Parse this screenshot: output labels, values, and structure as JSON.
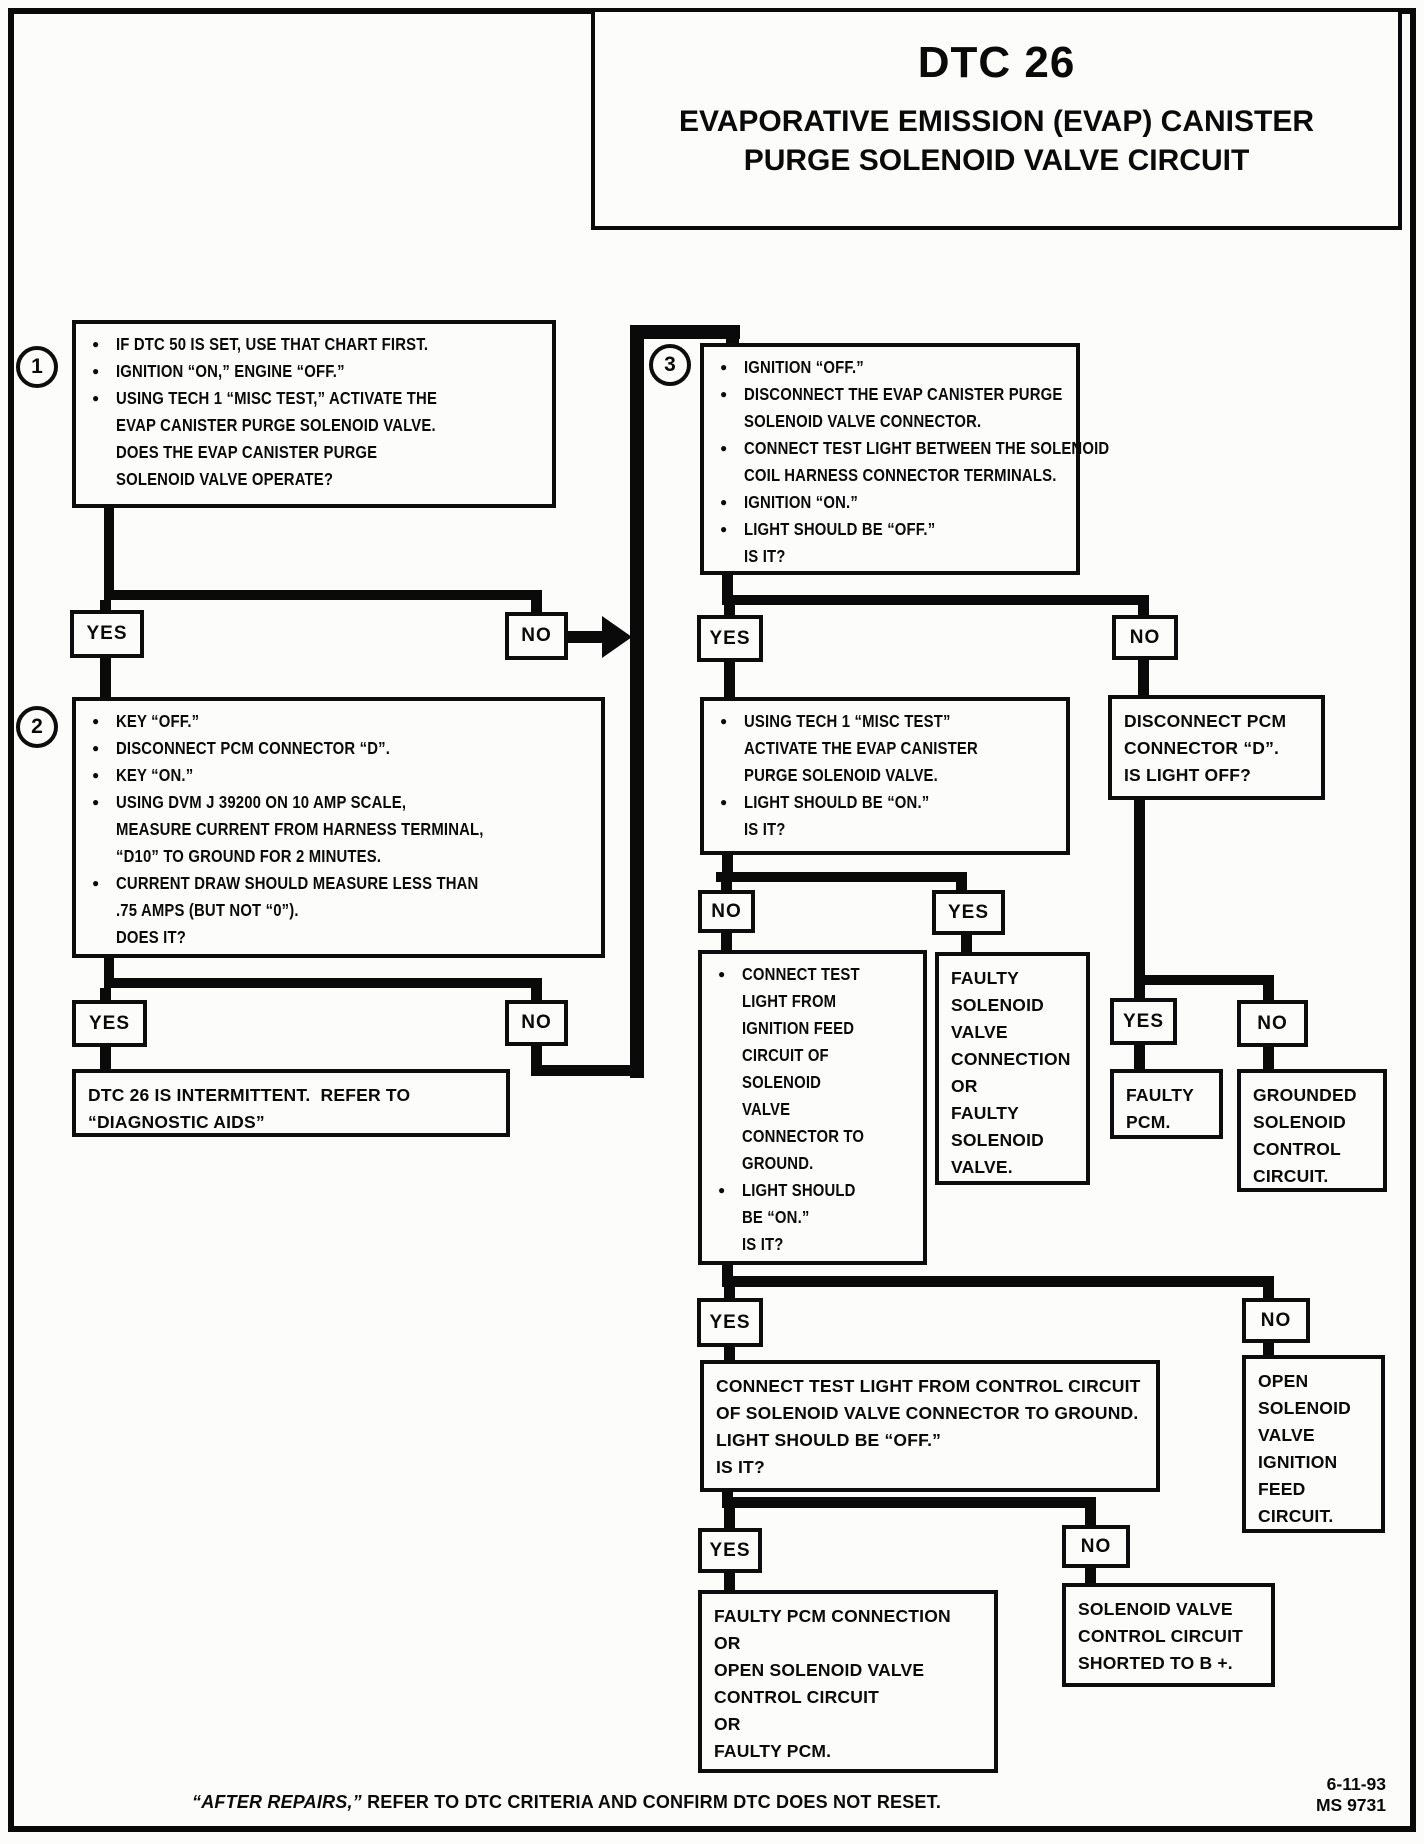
{
  "header": {
    "code": "DTC 26",
    "title_lines": [
      "EVAPORATIVE EMISSION (EVAP) CANISTER",
      "PURGE SOLENOID VALVE CIRCUIT"
    ]
  },
  "labels": {
    "yes": "YES",
    "no": "NO"
  },
  "steps": {
    "step1": {
      "number": "1",
      "bullets": [
        "IF DTC 50 IS SET, USE THAT CHART FIRST.",
        "IGNITION “ON,” ENGINE “OFF.”",
        [
          "USING TECH 1 “MISC TEST,” ACTIVATE THE",
          "EVAP CANISTER PURGE SOLENOID VALVE.",
          "DOES THE EVAP CANISTER PURGE",
          "SOLENOID VALVE OPERATE?"
        ]
      ]
    },
    "step2": {
      "number": "2",
      "bullets": [
        "KEY “OFF.”",
        "DISCONNECT PCM CONNECTOR “D”.",
        "KEY “ON.”",
        [
          "USING DVM J 39200 ON 10 AMP SCALE,",
          "MEASURE CURRENT FROM HARNESS TERMINAL,",
          "“D10” TO GROUND FOR 2 MINUTES."
        ],
        [
          "CURRENT DRAW SHOULD MEASURE LESS THAN",
          ".75 AMPS (BUT NOT “0”).",
          "DOES IT?"
        ]
      ]
    },
    "step3": {
      "number": "3",
      "bullets": [
        "IGNITION “OFF.”",
        [
          "DISCONNECT THE EVAP CANISTER PURGE",
          "SOLENOID VALVE CONNECTOR."
        ],
        [
          "CONNECT TEST LIGHT BETWEEN THE SOLENOID",
          "COIL HARNESS CONNECTOR TERMINALS."
        ],
        "IGNITION “ON.”",
        [
          "LIGHT SHOULD BE “OFF.”",
          "IS IT?"
        ]
      ]
    }
  },
  "nodes": {
    "intermittent": [
      "DTC 26 IS INTERMITTENT.  REFER TO",
      "“DIAGNOSTIC AIDS”"
    ],
    "using_tech": {
      "bullets": [
        [
          "USING TECH 1 “MISC TEST”",
          "ACTIVATE THE EVAP CANISTER",
          "PURGE SOLENOID VALVE."
        ],
        [
          "LIGHT SHOULD BE “ON.”",
          "IS IT?"
        ]
      ]
    },
    "disconnect_pcm": [
      "DISCONNECT PCM",
      "CONNECTOR “D”.",
      "IS LIGHT OFF?"
    ],
    "connect_test_ign": {
      "bullets": [
        [
          "CONNECT TEST",
          "LIGHT FROM",
          "IGNITION FEED",
          "CIRCUIT OF",
          "SOLENOID",
          "VALVE",
          "CONNECTOR TO",
          "GROUND."
        ],
        [
          "LIGHT SHOULD",
          "BE “ON.”",
          "IS IT?"
        ]
      ]
    },
    "faulty_sol_valve": [
      "FAULTY",
      "SOLENOID",
      "VALVE",
      "CONNECTION",
      "OR",
      "FAULTY",
      "SOLENOID",
      "VALVE."
    ],
    "faulty_pcm": [
      "FAULTY",
      "PCM."
    ],
    "grounded_ctrl": [
      "GROUNDED",
      "SOLENOID",
      "CONTROL",
      "CIRCUIT."
    ],
    "connect_test_ctrl": [
      "CONNECT TEST LIGHT FROM CONTROL CIRCUIT",
      "OF SOLENOID VALVE CONNECTOR TO GROUND.",
      "LIGHT SHOULD BE “OFF.”",
      "IS IT?"
    ],
    "open_ign_feed": [
      "OPEN",
      "SOLENOID",
      "VALVE",
      "IGNITION",
      "FEED",
      "CIRCUIT."
    ],
    "faulty_pcm_conn": [
      "FAULTY PCM CONNECTION",
      "OR",
      "OPEN SOLENOID VALVE",
      "CONTROL CIRCUIT",
      "OR",
      "FAULTY PCM."
    ],
    "shorted_b_plus": [
      "SOLENOID VALVE",
      "CONTROL CIRCUIT",
      "SHORTED TO B +."
    ]
  },
  "footer": {
    "note_italic": "“AFTER REPAIRS,”",
    "note_rest": " REFER TO DTC CRITERIA AND CONFIRM DTC DOES NOT RESET.",
    "date_doc": [
      "6-11-93",
      "MS 9731"
    ]
  }
}
